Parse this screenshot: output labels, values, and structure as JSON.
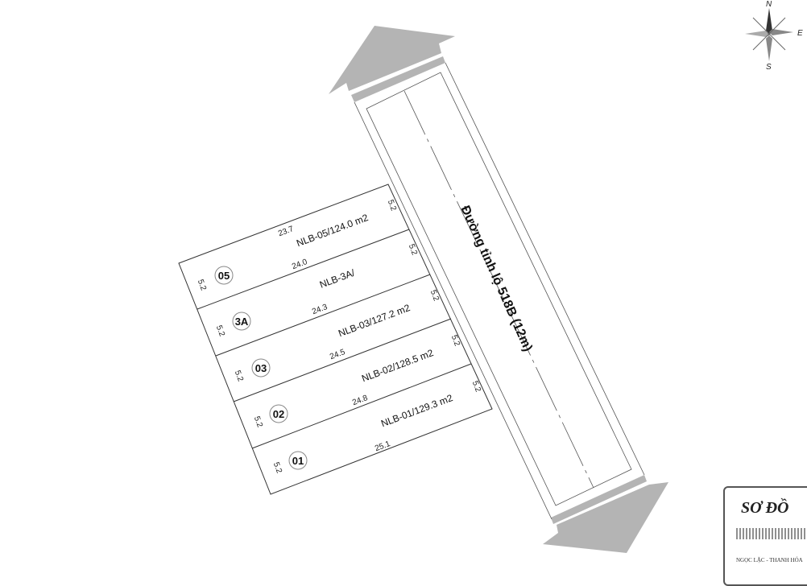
{
  "road": {
    "label": "Đường tỉnh lộ 518B (12m)"
  },
  "compass": {
    "north": "N",
    "east": "E",
    "south": "S"
  },
  "plots": [
    {
      "id": "05",
      "label": "NLB-05/124.0 m2",
      "front": "23.7",
      "back": "24.0",
      "left": "5.2",
      "right": "5.2"
    },
    {
      "id": "3A",
      "label": "NLB-3A/",
      "back": "24.3",
      "left": "5.2",
      "right": "5.2"
    },
    {
      "id": "03",
      "label": "NLB-03/127.2 m2",
      "back": "24.5",
      "left": "5.2",
      "right": "5.2"
    },
    {
      "id": "02",
      "label": "NLB-02/128.5 m2",
      "back": "24.8",
      "left": "5.2",
      "right": "5.2"
    },
    {
      "id": "01",
      "label": "NLB-01/129.3 m2",
      "back": "25.1",
      "left": "5.2",
      "right": "5.2"
    }
  ],
  "title_box": {
    "title": "SƠ ĐỒ",
    "location": "NGỌC LẶC - THANH HÓA"
  },
  "colors": {
    "arrow": "#b4b4b4",
    "line": "#333333"
  }
}
